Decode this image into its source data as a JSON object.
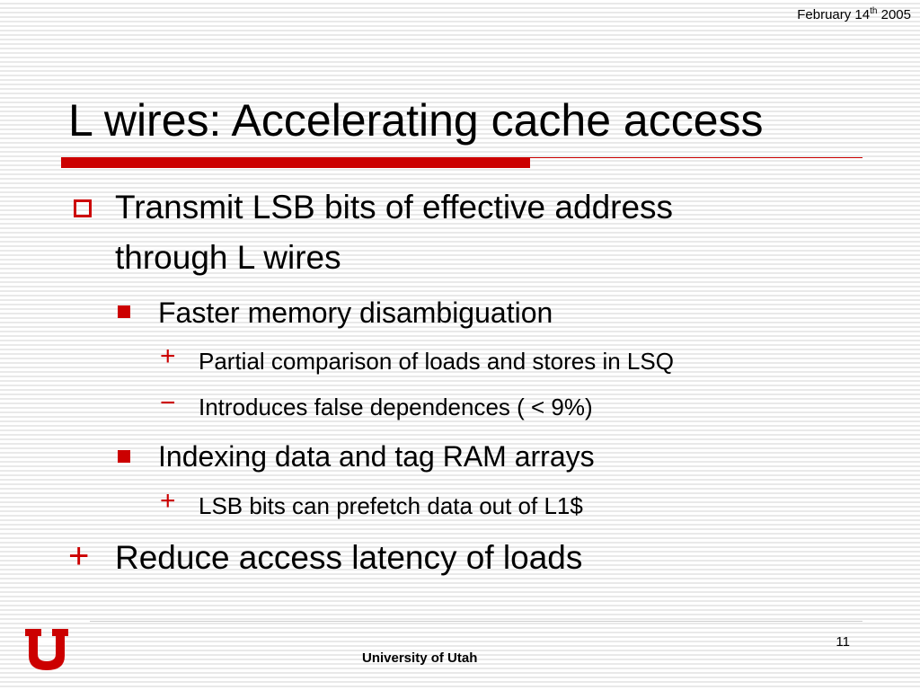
{
  "header": {
    "date_month": "February 14",
    "date_sup": "th",
    "date_year": "2005"
  },
  "slide": {
    "title": "L wires: Accelerating cache access",
    "bullets": [
      {
        "text_line1": "Transmit LSB bits of effective address",
        "text_line2": "through L wires"
      },
      {
        "text": "Faster memory disambiguation"
      },
      {
        "marker": "+",
        "text": "Partial comparison of loads and stores in LSQ"
      },
      {
        "marker": "−",
        "text": "Introduces false dependences ( < 9%)"
      },
      {
        "text": "Indexing data and tag RAM arrays"
      },
      {
        "marker": "+",
        "text": "LSB bits can prefetch data out of L1$"
      },
      {
        "marker": "+",
        "text": "Reduce access latency of loads"
      }
    ]
  },
  "footer": {
    "page_number": "11",
    "organization": "University of Utah"
  },
  "colors": {
    "accent": "#cc0000"
  }
}
